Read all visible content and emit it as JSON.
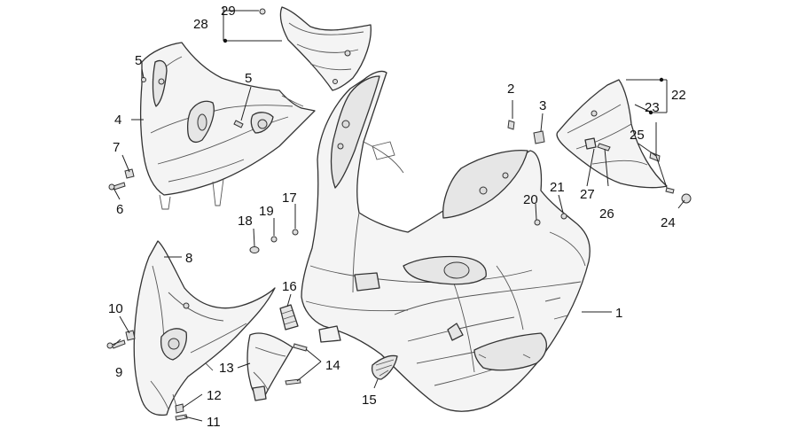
{
  "callouts": [
    {
      "id": "c1",
      "text": "1"
    },
    {
      "id": "c2",
      "text": "2"
    },
    {
      "id": "c3",
      "text": "3"
    },
    {
      "id": "c4",
      "text": "4"
    },
    {
      "id": "c5a",
      "text": "5"
    },
    {
      "id": "c5b",
      "text": "5"
    },
    {
      "id": "c6",
      "text": "6"
    },
    {
      "id": "c7",
      "text": "7"
    },
    {
      "id": "c8",
      "text": "8"
    },
    {
      "id": "c9",
      "text": "9"
    },
    {
      "id": "c10",
      "text": "10"
    },
    {
      "id": "c11",
      "text": "11"
    },
    {
      "id": "c12",
      "text": "12"
    },
    {
      "id": "c13",
      "text": "13"
    },
    {
      "id": "c14",
      "text": "14"
    },
    {
      "id": "c15",
      "text": "15"
    },
    {
      "id": "c16",
      "text": "16"
    },
    {
      "id": "c17",
      "text": "17"
    },
    {
      "id": "c18",
      "text": "18"
    },
    {
      "id": "c19",
      "text": "19"
    },
    {
      "id": "c20",
      "text": "20"
    },
    {
      "id": "c21",
      "text": "21"
    },
    {
      "id": "c22",
      "text": "22"
    },
    {
      "id": "c23",
      "text": "23"
    },
    {
      "id": "c24",
      "text": "24"
    },
    {
      "id": "c25",
      "text": "25"
    },
    {
      "id": "c26",
      "text": "26"
    },
    {
      "id": "c27",
      "text": "27"
    },
    {
      "id": "c28",
      "text": "28"
    },
    {
      "id": "c29",
      "text": "29"
    }
  ]
}
